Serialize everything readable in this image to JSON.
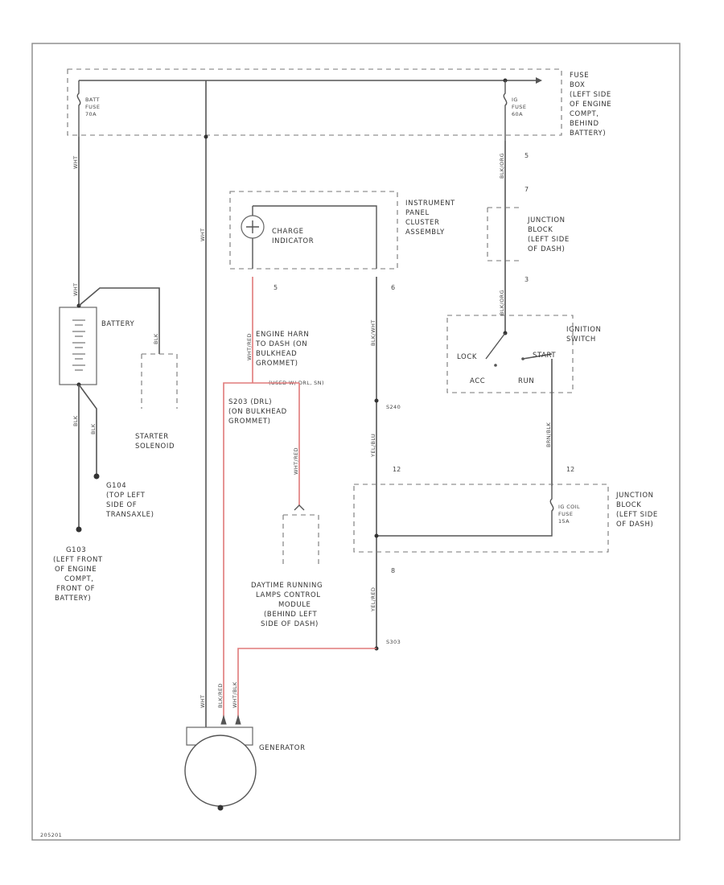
{
  "fuse_box": {
    "label_lines": [
      "FUSE",
      "BOX",
      "(LEFT SIDE",
      "OF ENGINE",
      "COMPT,",
      "BEHIND",
      "BATTERY)"
    ],
    "batt_fuse": [
      "BATT",
      "FUSE",
      "70A"
    ],
    "ig_fuse": [
      "IG",
      "FUSE",
      "60A"
    ]
  },
  "instrument_cluster": {
    "label_lines": [
      "INSTRUMENT",
      "PANEL",
      "CLUSTER",
      "ASSEMBLY"
    ],
    "indicator_lines": [
      "CHARGE",
      "INDICATOR"
    ],
    "pin_left": "5",
    "pin_right": "6"
  },
  "battery": {
    "label": "BATTERY"
  },
  "starter": {
    "label_lines": [
      "STARTER",
      "SOLENOID"
    ]
  },
  "ground_g104": {
    "label_lines": [
      "G104",
      "(TOP LEFT",
      "SIDE OF",
      "TRANSAXLE)"
    ]
  },
  "ground_g103": {
    "label_lines": [
      "G103",
      "(LEFT FRONT",
      "OF ENGINE",
      "COMPT,",
      "FRONT OF",
      "BATTERY)"
    ]
  },
  "junction_top": {
    "label_lines": [
      "JUNCTION",
      "BLOCK",
      "(LEFT SIDE",
      "OF DASH)"
    ],
    "pin_top": "5",
    "pin_mid": "7",
    "pin_bot": "3"
  },
  "ignition_switch": {
    "label_lines": [
      "IGNITION",
      "SWITCH"
    ],
    "lock": "LOCK",
    "start": "START",
    "acc": "ACC",
    "run": "RUN"
  },
  "junction_bottom": {
    "label_lines": [
      "JUNCTION",
      "BLOCK",
      "(LEFT SIDE",
      "OF DASH)"
    ],
    "fuse_lines": [
      "IG COIL",
      "FUSE",
      "15A"
    ],
    "pin_left_top": "12",
    "pin_right_top": "12",
    "pin_left_bot": "8"
  },
  "engine_harness": {
    "label_lines": [
      "ENGINE HARN",
      "TO DASH (ON",
      "BULKHEAD",
      "GROMMET)"
    ],
    "extra": "(USED W/ DRL, SN)"
  },
  "splice_s203": {
    "label_lines": [
      "S203 (DRL)",
      "(ON BULKHEAD",
      "GROMMET)"
    ]
  },
  "splices": {
    "s240": "S240",
    "s303": "S303"
  },
  "drl_module": {
    "label_lines": [
      "DAYTIME RUNNING",
      "LAMPS CONTROL",
      "MODULE",
      "(BEHIND LEFT",
      "SIDE OF DASH)"
    ]
  },
  "generator": {
    "label": "GENERATOR"
  },
  "wire_labels": {
    "wht": "WHT",
    "blk": "BLK",
    "blk_wht": "BLK/WHT",
    "wht_blk": "WHT/BLK",
    "blk_org": "BLK/ORG",
    "yel_blu": "YEL/BLU",
    "yel_red": "YEL/RED",
    "wht_red": "WHT/RED",
    "blk_red": "BLK/RED",
    "brn_blk": "BRN/BLK",
    "wht_red2": "WHT/RED"
  },
  "diagram_id": "205201"
}
